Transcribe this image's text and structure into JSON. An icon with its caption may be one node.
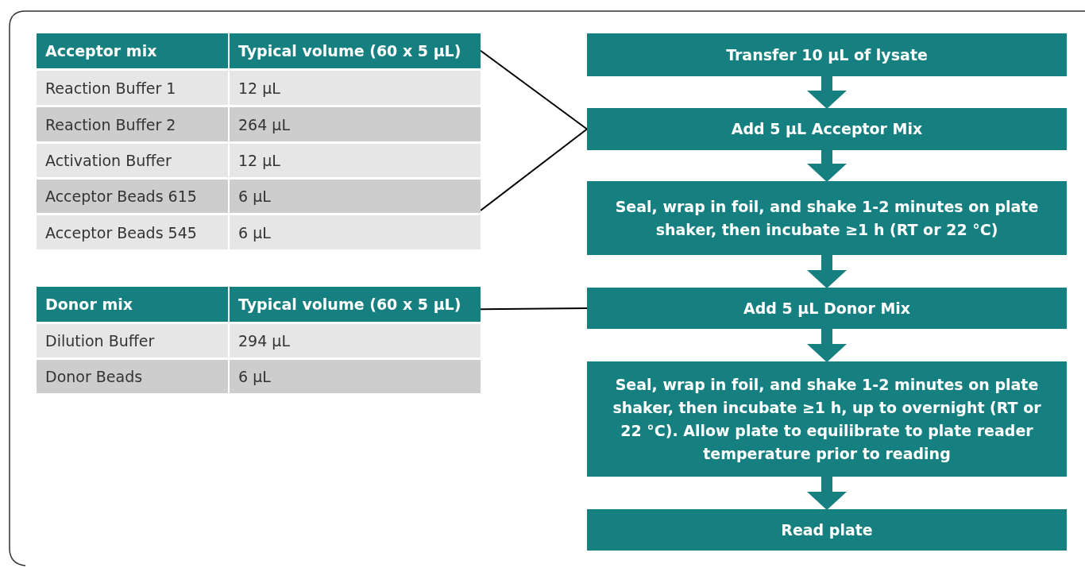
{
  "diagram": {
    "nodes": [
      {
        "text": [
          "Acceptor mix",
          "Typical volume (60 x 5 µL)",
          "Reaction Buffer 1",
          "12 µL",
          "Reaction Buffer 2",
          "264 µL",
          "Activation Buffer",
          "12 µL",
          "Acceptor Beads 615",
          "6 µL",
          "Acceptor Beads 545",
          "6 µL"
        ]
      },
      {
        "text": [
          "Donor mix",
          "Typical volume (60 x 5 µL)",
          "Dilution Buffer",
          "294 µL",
          "Donor Beads",
          "6 µL"
        ]
      },
      {
        "text": [
          "Transfer 10 µL of lysate"
        ]
      },
      {
        "text": [
          "Add 5 µL Acceptor Mix"
        ]
      },
      {
        "text": [
          "Seal, wrap in foil, and shake 1-2 minutes on plate shaker, then incubate ≥1 h (RT or 22 °C)"
        ]
      },
      {
        "text": [
          "Add 5 µL Donor Mix"
        ]
      },
      {
        "text": [
          "Seal, wrap in foil, and shake 1-2 minutes on plate shaker, then incubate ≥1 h, up to overnight (RT or 22 °C). Allow plate to equilibrate to plate reader temperature prior to reading"
        ]
      },
      {
        "text": [
          "Read plate"
        ]
      }
    ],
    "edges": [
      {
        "from": 0,
        "to": 3,
        "arrow": "none",
        "color": "#000000"
      },
      {
        "from": 0,
        "to": 3,
        "arrow": "none",
        "color": "#000000"
      },
      {
        "from": 1,
        "to": 5,
        "arrow": "none",
        "color": "#000000"
      },
      {
        "from": 2,
        "to": 3,
        "arrow": "to"
      },
      {
        "from": 3,
        "to": 4,
        "arrow": "to"
      },
      {
        "from": 4,
        "to": 5,
        "arrow": "to"
      },
      {
        "from": 5,
        "to": 6,
        "arrow": "to"
      },
      {
        "from": 6,
        "to": 7,
        "arrow": "to"
      }
    ]
  }
}
